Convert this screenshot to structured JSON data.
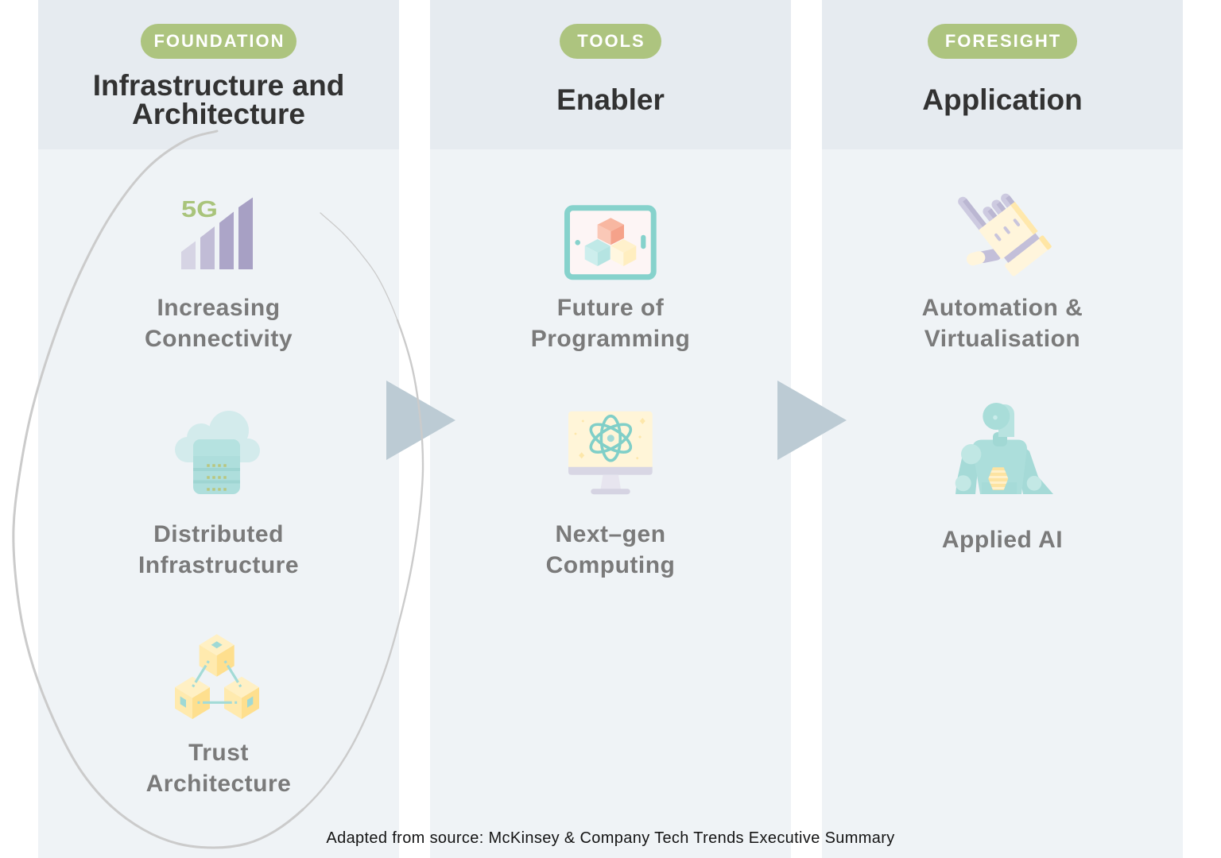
{
  "theme": {
    "page_bg": "#ffffff",
    "badge_bg": "#adc47f",
    "badge_text": "#ffffff",
    "header_bg": "#e6ebf0",
    "panel_bg": "#eff3f6",
    "title_color": "#323232",
    "label_color": "#7a7a7a",
    "arrow_color": "#bccbd4",
    "highlight_stroke": "#cbcbcb",
    "footer_color": "#141414"
  },
  "columns": [
    {
      "badge": "FOUNDATION",
      "title": "Infrastructure and Architecture",
      "items": [
        {
          "icon": "signal-5g-icon",
          "icon_text": "5G",
          "label": "Increasing Connectivity"
        },
        {
          "icon": "cloud-server-icon",
          "label": "Distributed Infrastructure"
        },
        {
          "icon": "blockchain-cubes-icon",
          "label": "Trust Architecture"
        }
      ]
    },
    {
      "badge": "TOOLS",
      "title": "Enabler",
      "items": [
        {
          "icon": "tablet-code-blocks-icon",
          "label": "Future of Programming"
        },
        {
          "icon": "monitor-atom-icon",
          "label": "Next–gen Computing"
        }
      ]
    },
    {
      "badge": "FORESIGHT",
      "title": "Application",
      "items": [
        {
          "icon": "robotic-hand-icon",
          "label": "Automation & Virtualisation"
        },
        {
          "icon": "humanoid-robot-icon",
          "label": "Applied AI"
        }
      ]
    }
  ],
  "flow_arrows": [
    {
      "icon": "arrow-right-icon",
      "from": "FOUNDATION",
      "to": "TOOLS"
    },
    {
      "icon": "arrow-right-icon",
      "from": "TOOLS",
      "to": "FORESIGHT"
    }
  ],
  "highlight": {
    "shape": "hand-drawn-ellipse",
    "encloses": "FOUNDATION"
  },
  "footer": {
    "source_note": "Adapted from source: McKinsey & Company Tech Trends Executive Summary"
  }
}
